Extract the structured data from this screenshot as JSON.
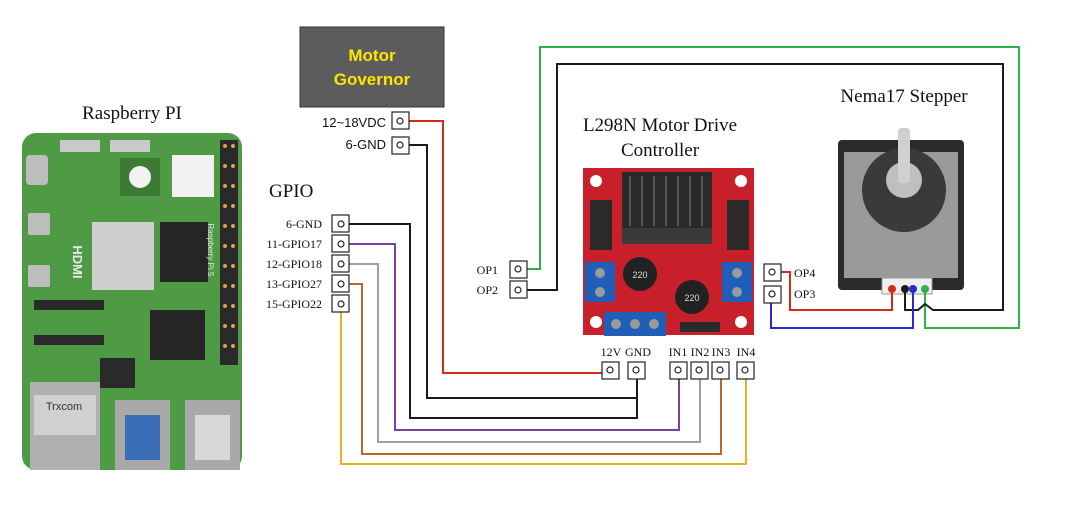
{
  "titles": {
    "raspberry_pi": "Raspberry PI",
    "gpio": "GPIO",
    "stepper": "Nema17 Stepper",
    "driver_line1": "L298N Motor Drive",
    "driver_line2": "Controller"
  },
  "governor": {
    "line1": "Motor",
    "line2": "Governor",
    "pin_vin": "12~18VDC",
    "pin_gnd": "6-GND"
  },
  "gpio_pins": [
    "6-GND",
    "11-GPIO17",
    "12-GPIO18",
    "13-GPIO27",
    "15-GPIO22"
  ],
  "driver_pins": {
    "op1": "OP1",
    "op2": "OP2",
    "op3": "OP3",
    "op4": "OP4",
    "v12": "12V",
    "gnd": "GND",
    "in1": "IN1",
    "in2": "IN2",
    "in3": "IN3",
    "in4": "IN4"
  },
  "board_marks": {
    "hdmi": "HDMI",
    "rpi5": "Raspberry Pi 5",
    "trxcom": "Trxcom",
    "cap1": "220",
    "cap2": "220"
  },
  "colors": {
    "wire_red": "#d42a1a",
    "wire_black": "#1a1a1a",
    "wire_green": "#2eb04a",
    "wire_purple": "#7a3fa0",
    "wire_gray": "#a0a0a0",
    "wire_brown": "#b8682a",
    "wire_yellow": "#e6b422",
    "wire_blue": "#2a2ad0",
    "governor_box": "#5c5c5c",
    "governor_text": "#ffe600",
    "pcb_green": "#4f9a45",
    "pcb_red": "#c8202a",
    "heatsink": "#2a2a2a",
    "motor_body": "#2a2a2a"
  }
}
